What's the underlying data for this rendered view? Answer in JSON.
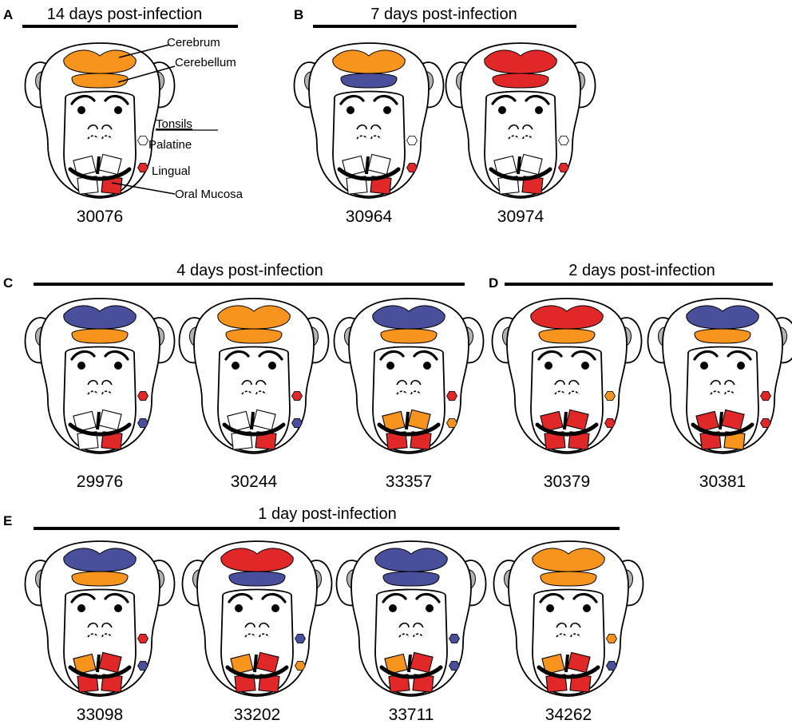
{
  "colors": {
    "orange": "#f7941d",
    "red": "#e02828",
    "blue": "#4a4f9c",
    "white": "#ffffff",
    "outline": "#000000",
    "ear": "#b3b3b3"
  },
  "legend": {
    "cerebrum": "Cerebrum",
    "cerebellum": "Cerebellum",
    "tonsils": "Tonsils",
    "palatine": "Palatine",
    "lingual": "Lingual",
    "oral_mucosa": "Oral Mucosa"
  },
  "panels": [
    {
      "letter": "A",
      "title": "14 days post-infection",
      "animals": [
        {
          "id": "30076",
          "cerebrum": "orange",
          "cerebellum": "orange",
          "palatine": "white",
          "lingual": "red",
          "mucosa": [
            "white",
            "white",
            "white",
            "red"
          ]
        }
      ]
    },
    {
      "letter": "B",
      "title": "7 days post-infection",
      "animals": [
        {
          "id": "30964",
          "cerebrum": "orange",
          "cerebellum": "blue",
          "palatine": "white",
          "lingual": "red",
          "mucosa": [
            "white",
            "white",
            "white",
            "red"
          ]
        },
        {
          "id": "30974",
          "cerebrum": "red",
          "cerebellum": "red",
          "palatine": "white",
          "lingual": "red",
          "mucosa": [
            "white",
            "white",
            "white",
            "red"
          ]
        }
      ]
    },
    {
      "letter": "C",
      "title": "4 days post-infection",
      "animals": [
        {
          "id": "29976",
          "cerebrum": "blue",
          "cerebellum": "orange",
          "palatine": "red",
          "lingual": "blue",
          "mucosa": [
            "white",
            "white",
            "white",
            "red"
          ]
        },
        {
          "id": "30244",
          "cerebrum": "orange",
          "cerebellum": "orange",
          "palatine": "red",
          "lingual": "blue",
          "mucosa": [
            "white",
            "white",
            "white",
            "red"
          ]
        },
        {
          "id": "33357",
          "cerebrum": "blue",
          "cerebellum": "orange",
          "palatine": "red",
          "lingual": "orange",
          "mucosa": [
            "orange",
            "orange",
            "red",
            "red"
          ]
        }
      ]
    },
    {
      "letter": "D",
      "title": "2 days post-infection",
      "animals": [
        {
          "id": "30379",
          "cerebrum": "red",
          "cerebellum": "orange",
          "palatine": "orange",
          "lingual": "red",
          "mucosa": [
            "red",
            "red",
            "red",
            "red"
          ]
        },
        {
          "id": "30381",
          "cerebrum": "blue",
          "cerebellum": "orange",
          "palatine": "red",
          "lingual": "red",
          "mucosa": [
            "red",
            "red",
            "red",
            "orange"
          ]
        }
      ]
    },
    {
      "letter": "E",
      "title": "1 day post-infection",
      "animals": [
        {
          "id": "33098",
          "cerebrum": "blue",
          "cerebellum": "orange",
          "palatine": "red",
          "lingual": "blue",
          "mucosa": [
            "orange",
            "red",
            "red",
            "red"
          ]
        },
        {
          "id": "33202",
          "cerebrum": "red",
          "cerebellum": "blue",
          "palatine": "blue",
          "lingual": "orange",
          "mucosa": [
            "orange",
            "red",
            "red",
            "red"
          ]
        },
        {
          "id": "33711",
          "cerebrum": "blue",
          "cerebellum": "blue",
          "palatine": "blue",
          "lingual": "blue",
          "mucosa": [
            "orange",
            "red",
            "red",
            "red"
          ]
        },
        {
          "id": "34262",
          "cerebrum": "orange",
          "cerebellum": "orange",
          "palatine": "orange",
          "lingual": "blue",
          "mucosa": [
            "orange",
            "red",
            "red",
            "red"
          ]
        }
      ]
    }
  ]
}
